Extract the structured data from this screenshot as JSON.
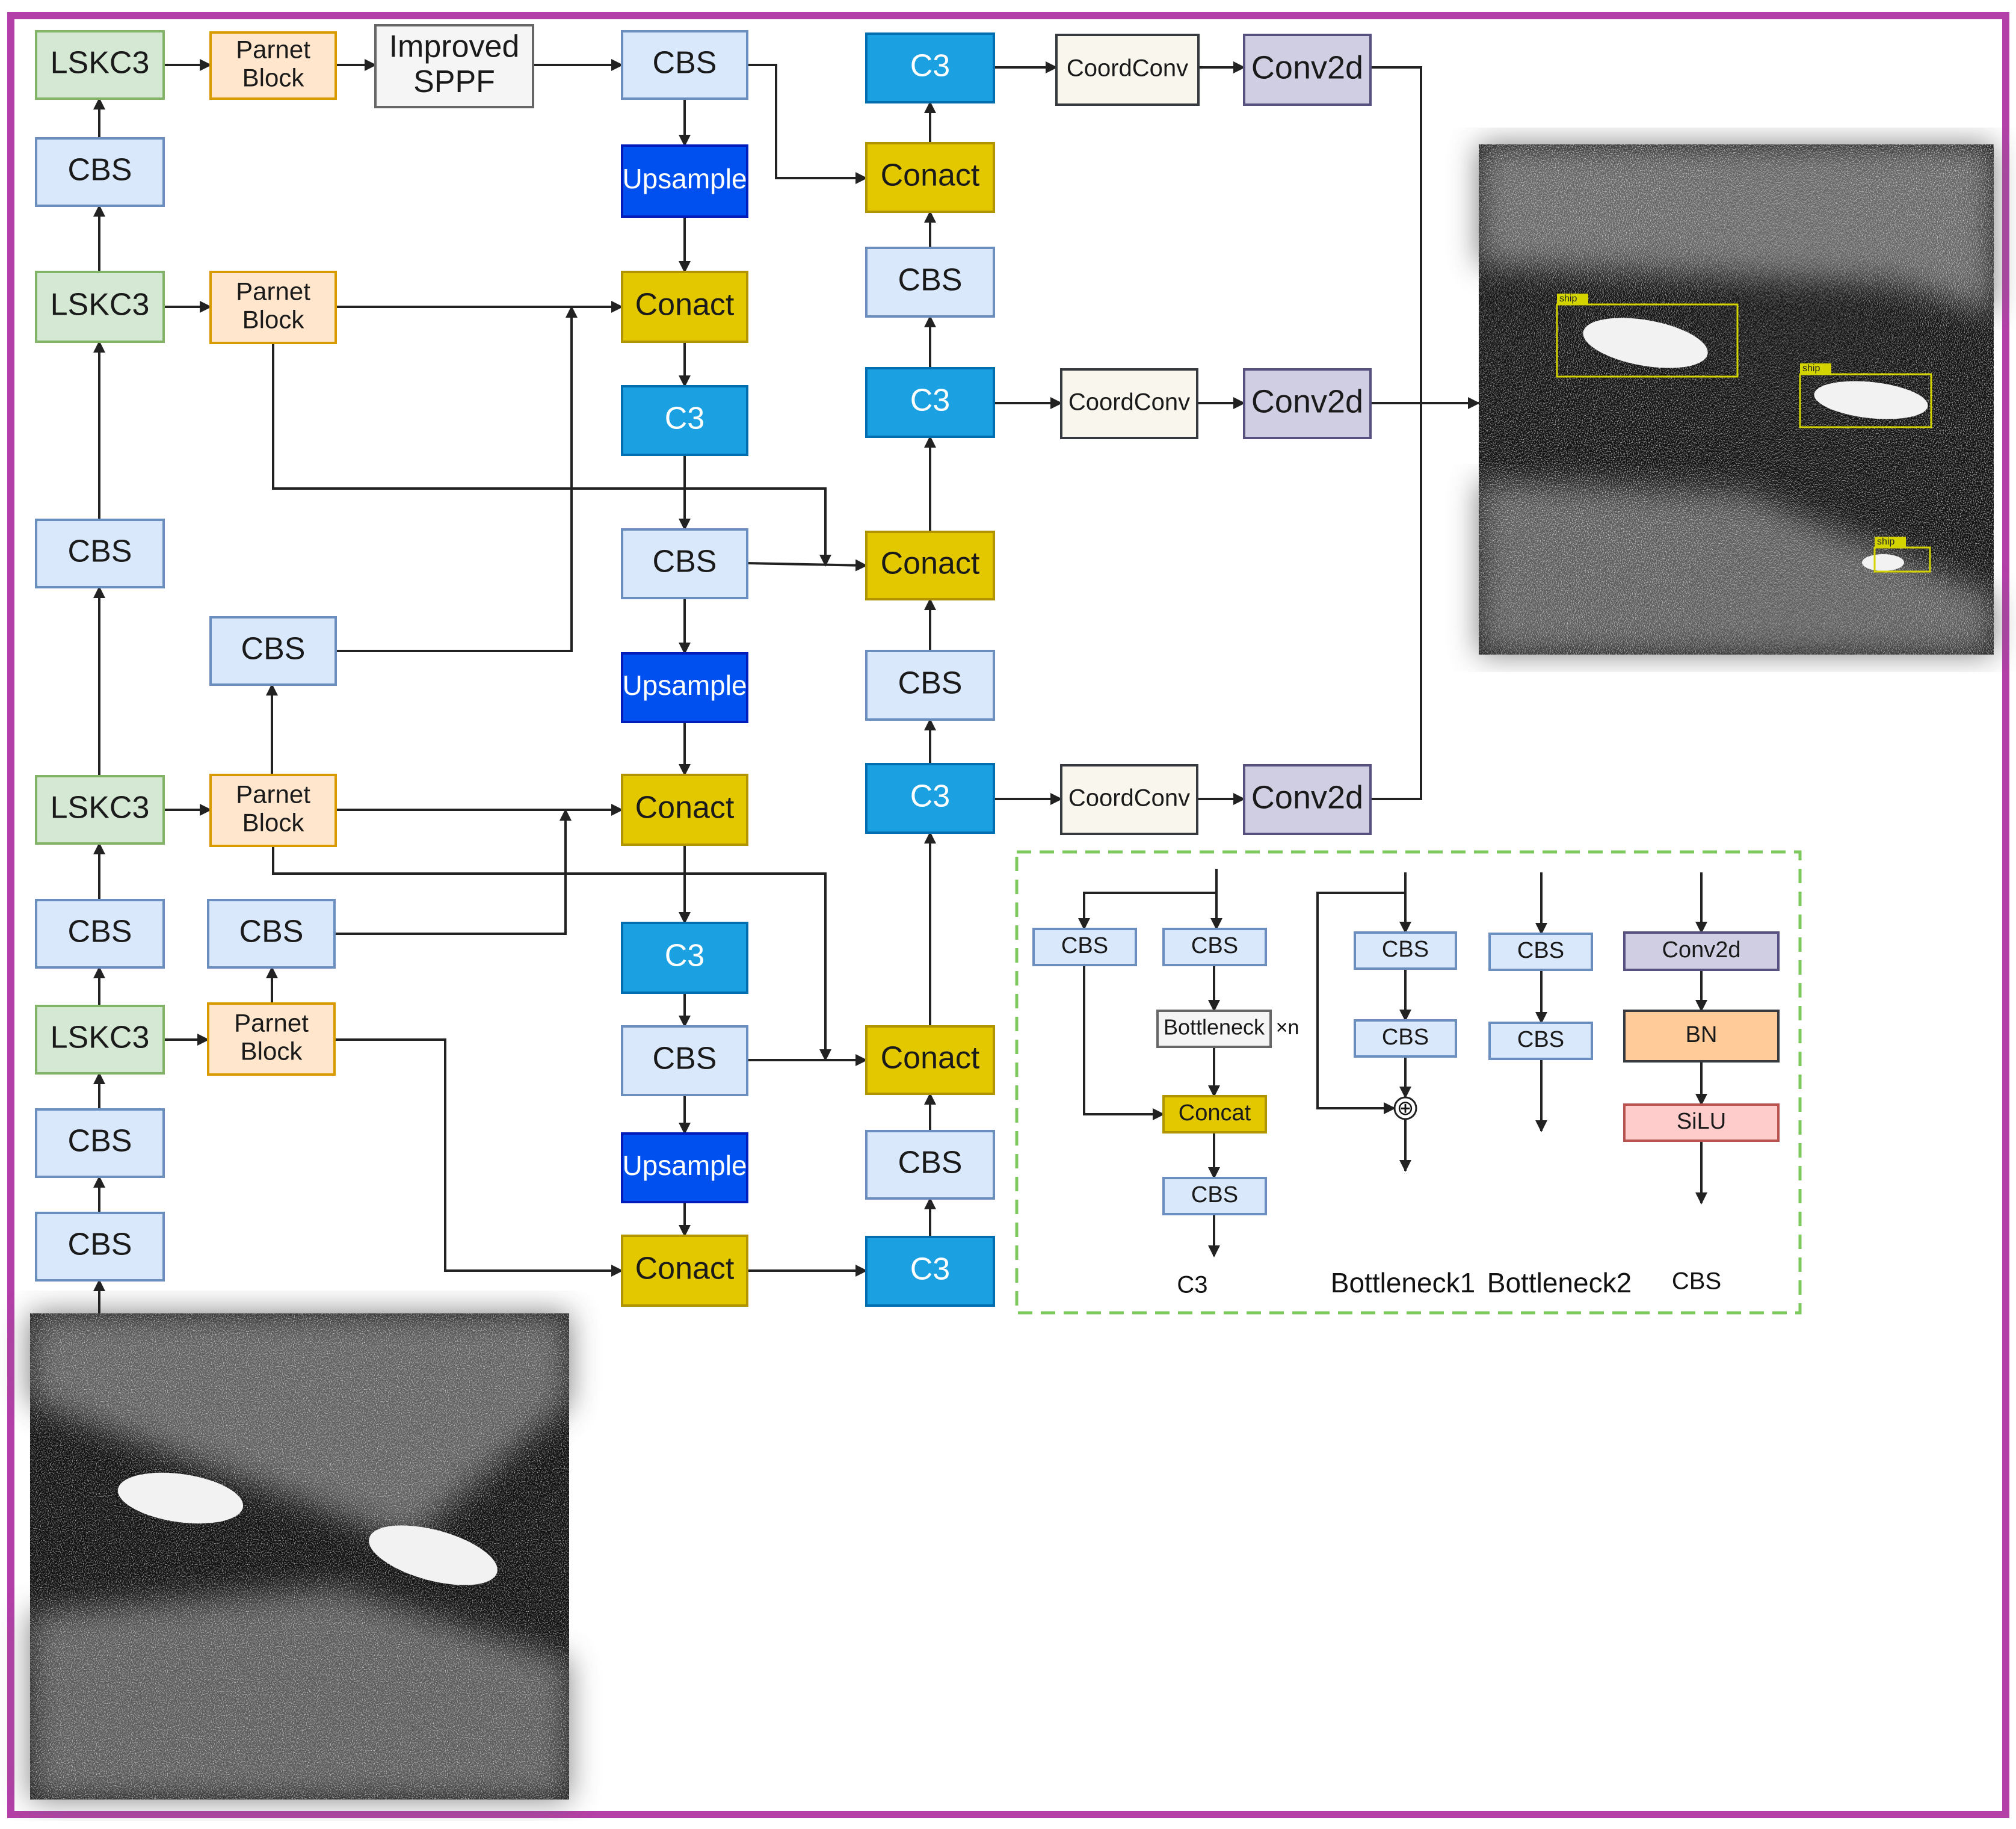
{
  "colors": {
    "frame": "#b33fa8",
    "lskc3": {
      "fill": "#d5e8d4",
      "stroke": "#82b366"
    },
    "cbs": {
      "fill": "#dae8fc",
      "stroke": "#6c8ebf"
    },
    "parnet": {
      "fill": "#ffe6cc",
      "stroke": "#d79b00"
    },
    "sppf": {
      "fill": "#f5f5f5",
      "stroke": "#666666"
    },
    "upsample": {
      "fill": "#0050ef",
      "stroke": "#001dbc",
      "text": "#ffffff"
    },
    "concat": {
      "fill": "#e3c800",
      "stroke": "#b09500"
    },
    "c3": {
      "fill": "#1ba1e2",
      "stroke": "#006eaf",
      "text": "#ffffff"
    },
    "coordconv": {
      "fill": "#f9f7ed",
      "stroke": "#36393d"
    },
    "conv2d": {
      "fill": "#d0cee2",
      "stroke": "#56517e"
    },
    "bn": {
      "fill": "#ffcc99",
      "stroke": "#36393d"
    },
    "silu": {
      "fill": "#ffcccc",
      "stroke": "#b85450"
    },
    "bottleneck": {
      "fill": "#f5f5f5",
      "stroke": "#666666"
    },
    "legend_border": "#7ec95e",
    "detection_box": "#d4d400"
  },
  "backbone": {
    "lskc3_1": "LSKC3",
    "cbs_1": "CBS",
    "lskc3_2": "LSKC3",
    "cbs_2": "CBS",
    "lskc3_3": "LSKC3",
    "cbs_3": "CBS",
    "lskc3_4": "LSKC3",
    "cbs_4": "CBS",
    "cbs_5": "CBS"
  },
  "parnet": {
    "block_1": [
      "Parnet",
      "Block"
    ],
    "block_2": [
      "Parnet",
      "Block"
    ],
    "block_3": [
      "Parnet",
      "Block"
    ],
    "block_4": [
      "Parnet",
      "Block"
    ],
    "cbs_a": "CBS",
    "cbs_b": "CBS"
  },
  "sppf": [
    "Improved",
    "SPPF"
  ],
  "neck": {
    "cbs_top": "CBS",
    "upsample_1": "Upsample",
    "concat_1": "Conact",
    "c3_1": "C3",
    "cbs_mid": "CBS",
    "upsample_2": "Upsample",
    "concat_2": "Conact",
    "c3_2": "C3",
    "cbs_low": "CBS",
    "upsample_3": "Upsample",
    "concat_3": "Conact"
  },
  "pan": {
    "c3_bottom": "C3",
    "cbs_p1": "CBS",
    "concat_p1": "Conact",
    "c3_p1": "C3",
    "cbs_p2": "CBS",
    "concat_p2": "Conact",
    "c3_p2": "C3",
    "cbs_p3": "CBS",
    "concat_p3": "Conact",
    "c3_p3": "C3"
  },
  "head": {
    "coordconv": [
      "CoordConv",
      "CoordConv",
      "CoordConv"
    ],
    "conv2d": [
      "Conv2d",
      "Conv2d",
      "Conv2d"
    ]
  },
  "detections": [
    "ship",
    "ship",
    "ship"
  ],
  "legend": {
    "c3": {
      "cbs_left": "CBS",
      "cbs_right": "CBS",
      "bottleneck": "Bottleneck",
      "repeat": "×n",
      "concat": "Concat",
      "cbs_out": "CBS",
      "caption": "C3"
    },
    "bottleneck1": {
      "cbs_1": "CBS",
      "cbs_2": "CBS",
      "add": "⊕",
      "caption": "Bottleneck1"
    },
    "bottleneck2": {
      "cbs_1": "CBS",
      "cbs_2": "CBS",
      "caption": "Bottleneck2"
    },
    "cbs": {
      "conv2d": "Conv2d",
      "bn": "BN",
      "silu": "SiLU",
      "caption": "CBS"
    }
  }
}
